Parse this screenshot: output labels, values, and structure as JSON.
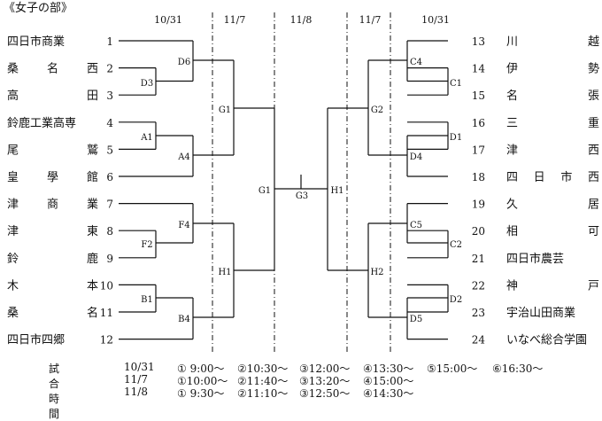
{
  "title": "《女子の部》",
  "dates": [
    "10/31",
    "11/7",
    "11/8",
    "11/7",
    "10/31"
  ],
  "left_teams": [
    {
      "name": "四日市商業",
      "no": "1"
    },
    {
      "name": "桑　名　西",
      "no": "2"
    },
    {
      "name": "高　　　田",
      "no": "3"
    },
    {
      "name": "鈴鹿工業高専",
      "no": "4"
    },
    {
      "name": "尾　　　鷲",
      "no": "5"
    },
    {
      "name": "皇　學　館",
      "no": "6"
    },
    {
      "name": "津　商　業",
      "no": "7"
    },
    {
      "name": "津　　　東",
      "no": "8"
    },
    {
      "name": "鈴　　　鹿",
      "no": "9"
    },
    {
      "name": "木　　　本",
      "no": "10"
    },
    {
      "name": "桑　　　名",
      "no": "11"
    },
    {
      "name": "四日市四郷",
      "no": "12"
    }
  ],
  "right_teams": [
    {
      "no": "13",
      "name": "川　　　越"
    },
    {
      "no": "14",
      "name": "伊　　　勢"
    },
    {
      "no": "15",
      "name": "名　　　張"
    },
    {
      "no": "16",
      "name": "三　　　重"
    },
    {
      "no": "17",
      "name": "津　　　西"
    },
    {
      "no": "18",
      "name": "四　日　市　西"
    },
    {
      "no": "19",
      "name": "久　　　居"
    },
    {
      "no": "20",
      "name": "相　　　可"
    },
    {
      "no": "21",
      "name": "四日市農芸"
    },
    {
      "no": "22",
      "name": "神　　　戸"
    },
    {
      "no": "23",
      "name": "宇治山田商業"
    },
    {
      "no": "24",
      "name": "いなべ総合学園"
    }
  ],
  "match_labels": {
    "D3": "D3",
    "D6": "D6",
    "A1": "A1",
    "A4": "A4",
    "F2": "F2",
    "F4": "F4",
    "B1": "B1",
    "B4": "B4",
    "G1a": "G1",
    "H1a": "H1",
    "G1b": "G1",
    "G3": "G3",
    "C4": "C4",
    "C1": "C1",
    "D1": "D1",
    "D4": "D4",
    "C5": "C5",
    "C2": "C2",
    "D2": "D2",
    "D5": "D5",
    "G2": "G2",
    "H2": "H2",
    "H1b": "H1"
  },
  "schedule": {
    "title": "試合時間",
    "rows": [
      {
        "date": "10/31",
        "slots": [
          "① 9:00～",
          "②10:30～",
          "③12:00～",
          "④13:30～",
          "⑤15:00～",
          "⑥16:30～"
        ]
      },
      {
        "date": "11/7",
        "slots": [
          "①10:00～",
          "②11:40～",
          "③13:20～",
          "④15:00～"
        ]
      },
      {
        "date": "11/8",
        "slots": [
          "① 9:30～",
          "②11:10～",
          "③12:50～",
          "④14:30～"
        ]
      }
    ]
  }
}
